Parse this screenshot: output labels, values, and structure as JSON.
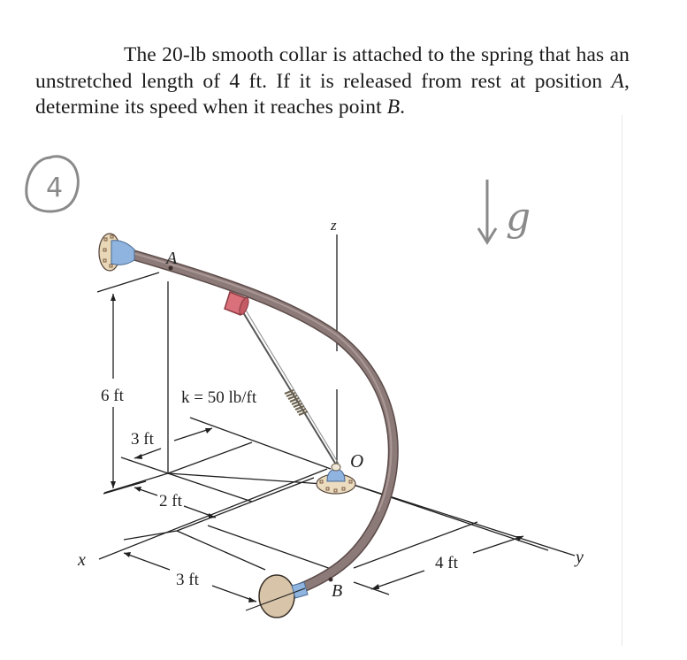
{
  "problem": {
    "text_parts": [
      "The 20-lb smooth collar is attached to the spring that has an unstretched length of 4 ft. If it is released from rest at position ",
      "A",
      ", determine its speed when it reaches point ",
      "B",
      "."
    ]
  },
  "annotations": {
    "problem_number": "4",
    "gravity_label": "g"
  },
  "diagram": {
    "labels": {
      "point_a": "A",
      "point_b": "B",
      "origin": "O",
      "axis_z": "z",
      "axis_x": "x",
      "axis_y": "y",
      "spring_constant": "k = 50 lb/ft",
      "dim_height": "6 ft",
      "dim_3ft_upper": "3 ft",
      "dim_2ft": "2 ft",
      "dim_3ft_lower": "3 ft",
      "dim_4ft": "4 ft"
    },
    "colors": {
      "rod": "#8c7a78",
      "rod_edge": "#5a4a48",
      "collar": "#d9707a",
      "flange": "#e8d8b8",
      "blue_fitting": "#8fb4e0",
      "ink": "#1f1f1f",
      "pencil": "#8a8a8a"
    }
  }
}
